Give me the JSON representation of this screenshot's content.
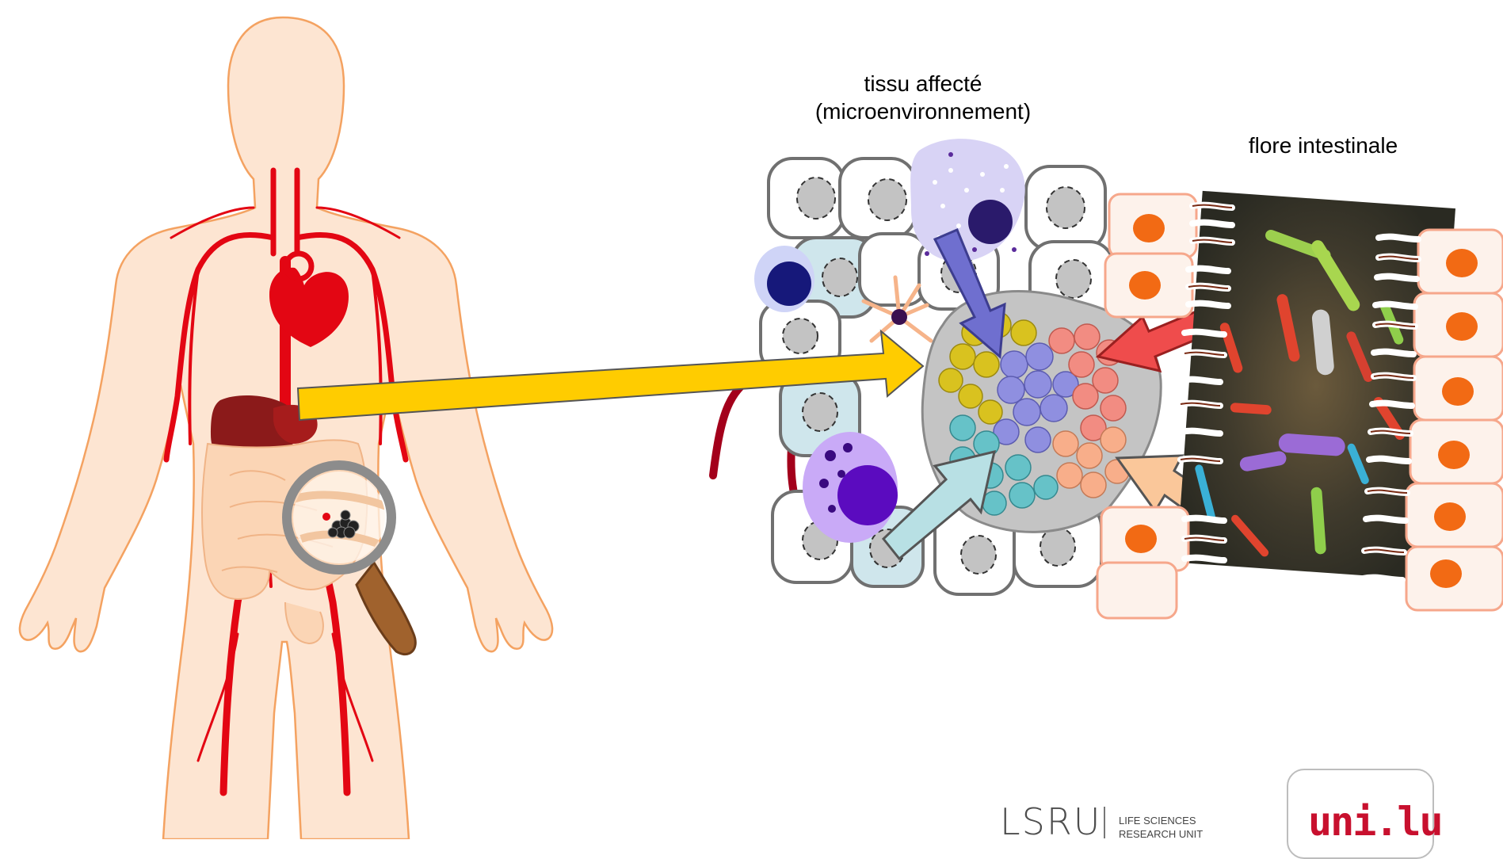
{
  "labels": {
    "tissue_line1": "tissu affecté",
    "tissue_line2": "(microenvironnement)",
    "flora": "flore intestinale"
  },
  "logos": {
    "lsru_mark": "LSRU",
    "lsru_line1": "LIFE SCIENCES",
    "lsru_line2": "RESEARCH UNIT",
    "unilu": "uni.lu"
  },
  "colors": {
    "body_outline": "#f4a261",
    "body_fill": "#fde5d2",
    "vessel_red": "#e30613",
    "liver": "#8b1a1a",
    "big_arrow": "#ffcc00",
    "arrow_purple": "#6f6fcf",
    "arrow_red": "#ef4c4c",
    "arrow_lightblue": "#b8e0e4",
    "arrow_peach": "#fac79a",
    "tumor_yellow": "#d9c21f",
    "tumor_violet": "#8f8fe0",
    "tumor_pink": "#f28c82",
    "tumor_teal": "#66c2c8",
    "tumor_salmon": "#f8ae8a",
    "cell_nucleus_orange": "#f26a14",
    "unilu_red": "#c8102e"
  }
}
